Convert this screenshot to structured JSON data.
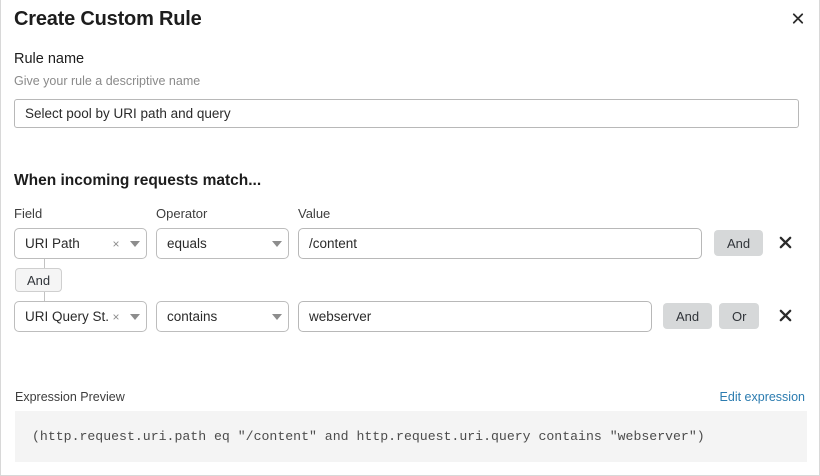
{
  "dialog": {
    "title": "Create Custom Rule",
    "close_icon": "close-icon"
  },
  "rule_name": {
    "label": "Rule name",
    "hint": "Give your rule a descriptive name",
    "value": "Select pool by URI path and query",
    "placeholder": ""
  },
  "conditions": {
    "section_title": "When incoming requests match...",
    "columns": {
      "field": "Field",
      "operator": "Operator",
      "value": "Value"
    },
    "connector_label": "And",
    "rows": [
      {
        "field": "URI Path",
        "operator": "equals",
        "value": "/content",
        "clear_glyph": "×",
        "and_label": "And",
        "or_label": "",
        "delete_label": "✕"
      },
      {
        "field": "URI Query St...",
        "operator": "contains",
        "value": "webserver",
        "clear_glyph": "×",
        "and_label": "And",
        "or_label": "Or",
        "delete_label": "✕"
      }
    ]
  },
  "expression_preview": {
    "label": "Expression Preview",
    "edit_link": "Edit expression",
    "code": "(http.request.uri.path eq \"/content\" and http.request.uri.query contains \"webserver\")"
  },
  "colors": {
    "accent_link": "#2c7cb0",
    "chip_background": "#d6d8d9",
    "code_background": "#f4f4f4",
    "border": "#bdbdbd"
  }
}
